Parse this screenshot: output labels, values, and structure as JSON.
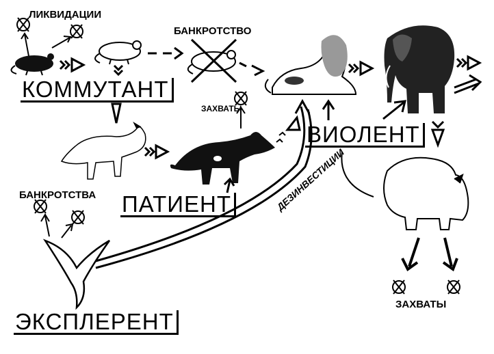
{
  "labels": {
    "liquidations": "ЛИКВИДАЦИИ",
    "bankruptcy": "БАНКРОТСТВО",
    "commutant": "КОММУТАНТ",
    "captures_small": "ЗАХВАТЫ",
    "violent": "ВИОЛЕНТ",
    "disinvestments": "ДЕЗИНВЕСТИЦИИ",
    "bankruptcies": "БАНКРОТСТВА",
    "patient": "ПАТИЕНТ",
    "explerent": "ЭКСПЛЕРЕНТ",
    "captures": "ЗАХВАТЫ"
  },
  "animals": [
    "mouse-dark",
    "mouse-light",
    "mouse-crossed",
    "lion",
    "elephant",
    "fox-light",
    "fox-dark",
    "hippo",
    "bird"
  ],
  "colors": {
    "ink": "#000000",
    "paper": "#ffffff"
  }
}
